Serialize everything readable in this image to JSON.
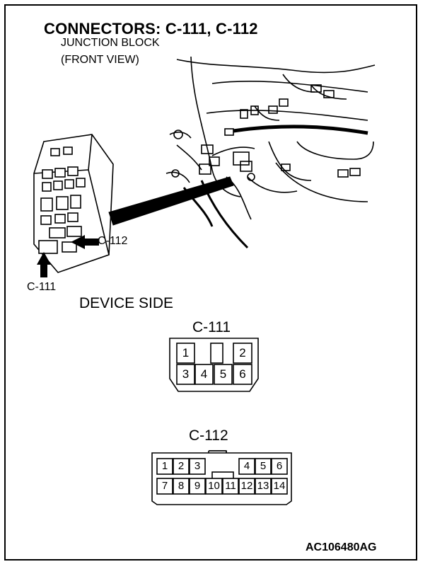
{
  "header": {
    "title": "CONNECTORS: C-111, C-112",
    "subtitle_line1": "JUNCTION BLOCK",
    "subtitle_line2": "(FRONT VIEW)"
  },
  "illustration": {
    "callout_c112": "C-112",
    "callout_c111": "C-111"
  },
  "device_side_label": "DEVICE SIDE",
  "connector_c111": {
    "name": "C-111",
    "pins": [
      "1",
      "2",
      "3",
      "4",
      "5",
      "6"
    ]
  },
  "connector_c112": {
    "name": "C-112",
    "pins": [
      "1",
      "2",
      "3",
      "4",
      "5",
      "6",
      "7",
      "8",
      "9",
      "10",
      "11",
      "12",
      "13",
      "14"
    ]
  },
  "figure_code": "AC106480AG"
}
